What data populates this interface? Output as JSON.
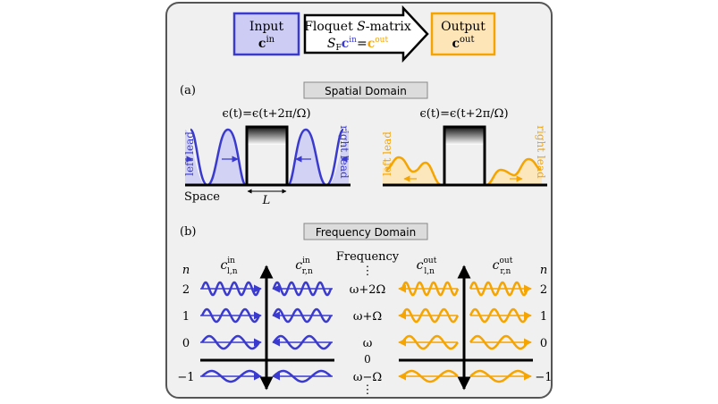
{
  "colors": {
    "input": "#3a3acf",
    "output": "#f5a400",
    "input_fill": "#ccccf5",
    "output_fill": "#fde5b7",
    "frame": "#555555"
  },
  "top": {
    "input_title": "Input",
    "input_var": "c",
    "input_sup": "in",
    "smatrix_title": "Floquet ",
    "smatrix_title_italic": "S",
    "smatrix_title_rest": "-matrix",
    "eq_S": "S",
    "eq_F": "F",
    "eq_c1": "c",
    "eq_sup1": "in",
    "eq_equals": "=",
    "eq_c2": "c",
    "eq_sup2": "out",
    "output_title": "Output",
    "output_var": "c",
    "output_sup": "out"
  },
  "spatial": {
    "panel_label": "(a)",
    "header": "Spatial Domain",
    "epsilon_left": "ϵ(t)=ϵ(t+2π/Ω)",
    "epsilon_right": "ϵ(t)=ϵ(t+2π/Ω)",
    "left_lead": "left lead",
    "right_lead": "right lead",
    "left_lead_out": "left lead",
    "right_lead_out": "right lead",
    "space_label": "Space",
    "length_label": "L"
  },
  "frequency": {
    "panel_label": "(b)",
    "header": "Frequency Domain",
    "n_header_left": "n",
    "n_header_right": "n",
    "freq_header": "Frequency",
    "vdots": "⋮",
    "zero_label": "0",
    "c_in_left": "c",
    "c_in_left_sup": "in",
    "c_in_left_sub": "l,n",
    "c_in_right": "c",
    "c_in_right_sup": "in",
    "c_in_right_sub": "r,n",
    "c_out_left": "c",
    "c_out_left_sup": "out",
    "c_out_left_sub": "l,n",
    "c_out_right": "c",
    "c_out_right_sup": "out",
    "c_out_right_sub": "r,n",
    "rows": [
      {
        "n": "2",
        "freq": "ω+2Ω"
      },
      {
        "n": "1",
        "freq": "ω+Ω"
      },
      {
        "n": "0",
        "freq": "ω"
      },
      {
        "n": "−1",
        "freq": "ω−Ω"
      }
    ]
  }
}
